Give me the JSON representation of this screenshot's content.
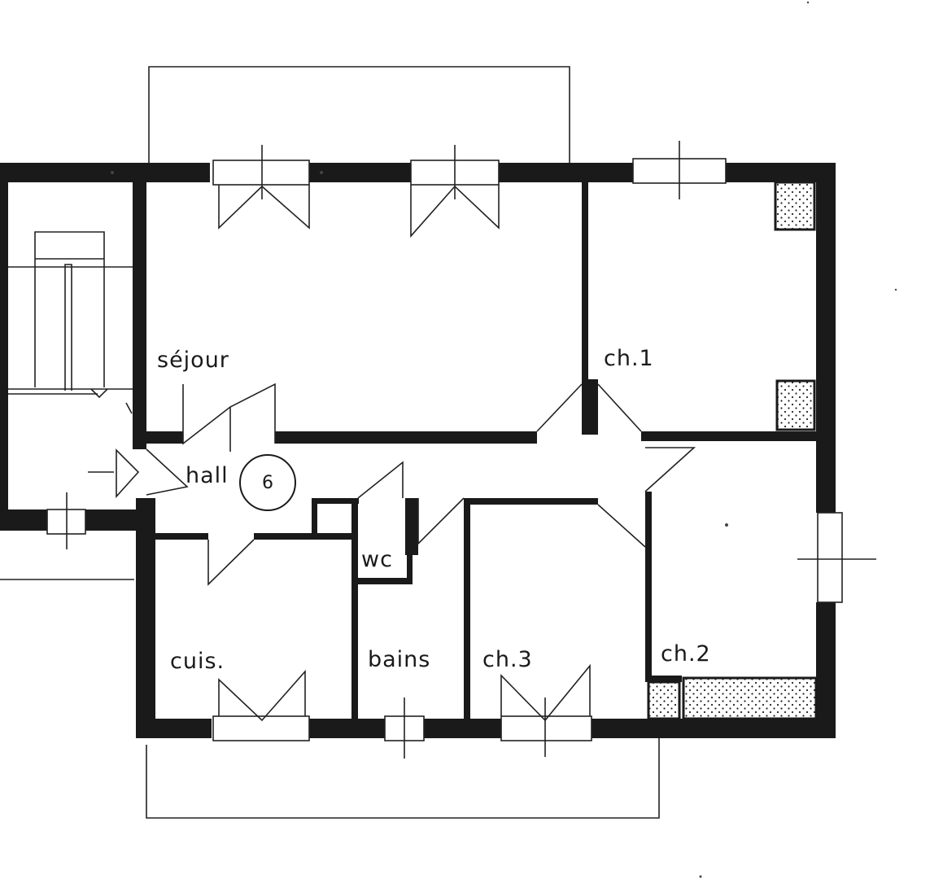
{
  "plan": {
    "unit_number": "6",
    "rooms": {
      "sejour": "séjour",
      "ch1": "ch.1",
      "hall": "hall",
      "wc": "wc",
      "cuis": "cuis.",
      "bains": "bains",
      "ch3": "ch.3",
      "ch2": "ch.2"
    },
    "colors": {
      "wall": "#1a1a1a",
      "line": "#222222",
      "background": "#ffffff"
    }
  }
}
